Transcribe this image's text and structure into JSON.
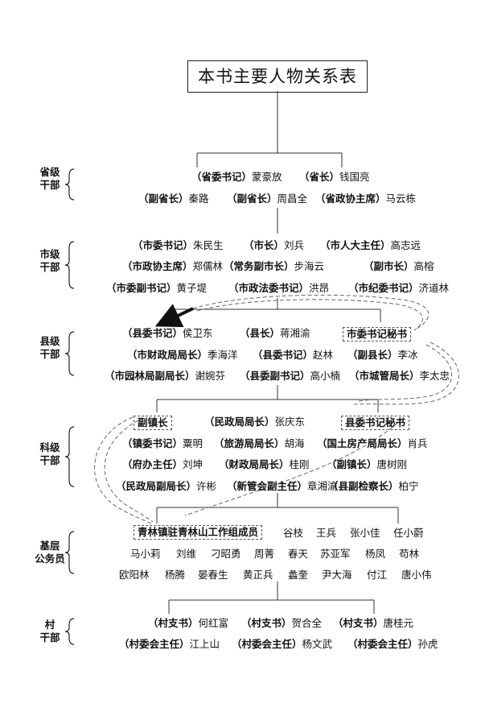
{
  "title": "本书主要人物关系表",
  "tiers": [
    {
      "label": [
        "省级",
        "干部"
      ],
      "rows": [
        [
          {
            "role": "（省委书记）",
            "name": "蒙豪放"
          },
          {
            "role": "（省长）",
            "name": "钱国亮"
          }
        ],
        [
          {
            "role": "（副省长）",
            "name": "秦路"
          },
          {
            "role": "（副省长）",
            "name": "周昌全"
          },
          {
            "role": "（省政协主席）",
            "name": "马云栋"
          }
        ]
      ]
    },
    {
      "label": [
        "市级",
        "干部"
      ],
      "rows": [
        [
          {
            "role": "（市委书记）",
            "name": "朱民生"
          },
          {
            "role": "（市长）",
            "name": "刘兵"
          },
          {
            "role": "（市人大主任）",
            "name": "高志远"
          }
        ],
        [
          {
            "role": "（市政协主席）",
            "name": "郑儒林"
          },
          {
            "role": "（常务副市长）",
            "name": "步海云"
          },
          {
            "role": "（副市长）",
            "name": "高榕"
          }
        ],
        [
          {
            "role": "（市委副书记）",
            "name": "黄子堤"
          },
          {
            "role": "（市政法委书记）",
            "name": "洪昂"
          },
          {
            "role": "（市纪委书记）",
            "name": "济道林"
          }
        ]
      ]
    },
    {
      "label": [
        "县级",
        "干部"
      ],
      "rows": [
        [
          {
            "role": "（县委书记）",
            "name": "侯卫东"
          },
          {
            "role": "（县长）",
            "name": "蒋湘渝"
          },
          {
            "role": "",
            "name": "",
            "box": "市委书记秘书"
          }
        ],
        [
          {
            "role": "（市财政局局长）",
            "name": "季海洋"
          },
          {
            "role": "（县委书记）",
            "name": "赵林"
          },
          {
            "role": "（副县长）",
            "name": "李冰"
          }
        ],
        [
          {
            "role": "（市园林局副局长）",
            "name": "谢婉芬"
          },
          {
            "role": "（县委副书记）",
            "name": "高小楠"
          },
          {
            "role": "（市城管局长）",
            "name": "李太忠"
          }
        ]
      ]
    },
    {
      "label": [
        "科级",
        "干部"
      ],
      "rows": [
        [
          {
            "role": "",
            "name": "",
            "box": "副镇长"
          },
          {
            "role": "（民政局局长）",
            "name": "张庆东"
          },
          {
            "role": "",
            "name": "",
            "box": "县委书记秘书"
          }
        ],
        [
          {
            "role": "（镇委书记）",
            "name": "粟明"
          },
          {
            "role": "（旅游局局长）",
            "name": "胡海"
          },
          {
            "role": "（国土房产局局长）",
            "name": "肖兵"
          }
        ],
        [
          {
            "role": "（府办主任）",
            "name": "刘坤"
          },
          {
            "role": "（财政局局长）",
            "name": "桂刚"
          },
          {
            "role": "（副镇长）",
            "name": "唐树刚"
          }
        ],
        [
          {
            "role": "（民政局副局长）",
            "name": "许彬"
          },
          {
            "role": "（新管会副主任）",
            "name": "章湘渝"
          },
          {
            "role": "（县副检察长）",
            "name": "柏宁"
          }
        ]
      ]
    },
    {
      "label": [
        "基层",
        "公务员"
      ],
      "box": "青林镇驻青林山工作组成员",
      "rows": [
        [
          "谷枝",
          "王兵",
          "张小佳",
          "任小蔚"
        ],
        [
          "马小莉",
          "刘维",
          "刁昭勇",
          "周菁",
          "春天",
          "苏亚军",
          "杨凤",
          "苟林"
        ],
        [
          "欧阳林",
          "杨腾",
          "晏春生",
          "黄正兵",
          "蠡奎",
          "尹大海",
          "付江",
          "唐小伟"
        ]
      ]
    },
    {
      "label": [
        "村",
        "干部"
      ],
      "rows": [
        [
          {
            "role": "（村支书）",
            "name": "何红富"
          },
          {
            "role": "（村支书）",
            "name": "贺合全"
          },
          {
            "role": "（村支书）",
            "name": "唐桂元"
          }
        ],
        [
          {
            "role": "（村委会主任）",
            "name": "江上山"
          },
          {
            "role": "（村委会主任）",
            "name": "杨文武"
          },
          {
            "role": "（村委会主任）",
            "name": "孙虎"
          }
        ]
      ]
    }
  ]
}
